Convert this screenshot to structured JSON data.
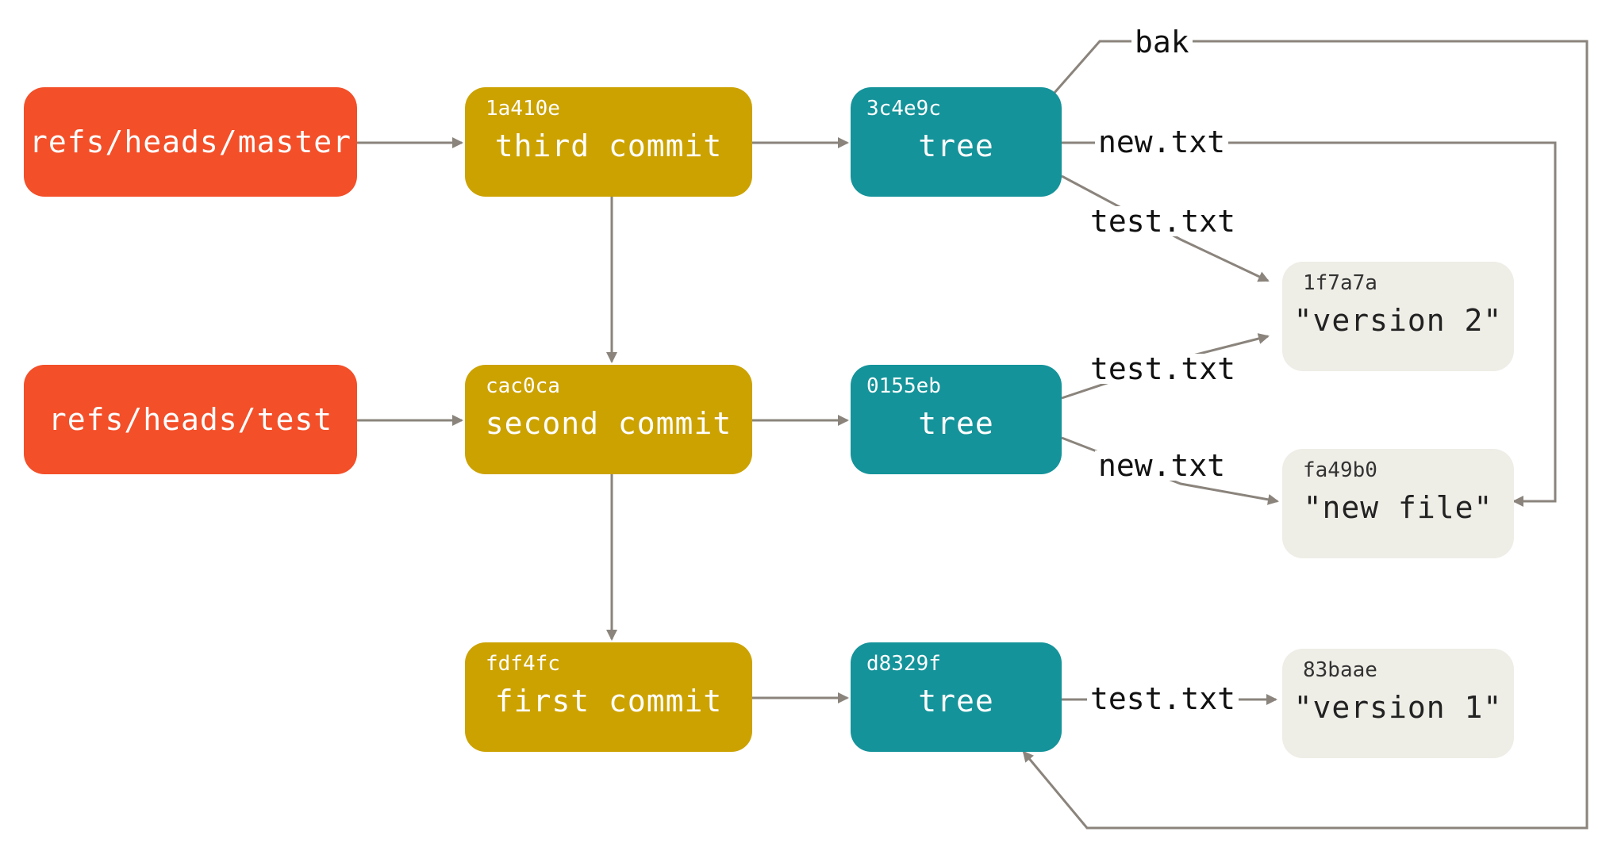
{
  "refs": {
    "master": "refs/heads/master",
    "test": "refs/heads/test"
  },
  "commits": {
    "third": {
      "hash": "1a410e",
      "label": "third commit"
    },
    "second": {
      "hash": "cac0ca",
      "label": "second commit"
    },
    "first": {
      "hash": "fdf4fc",
      "label": "first commit"
    }
  },
  "trees": {
    "t1": {
      "hash": "3c4e9c",
      "label": "tree"
    },
    "t2": {
      "hash": "0155eb",
      "label": "tree"
    },
    "t3": {
      "hash": "d8329f",
      "label": "tree"
    }
  },
  "blobs": {
    "v2": {
      "hash": "1f7a7a",
      "label": "\"version 2\""
    },
    "newfile": {
      "hash": "fa49b0",
      "label": "\"new file\""
    },
    "v1": {
      "hash": "83baae",
      "label": "\"version 1\""
    }
  },
  "edge_labels": {
    "bak": "bak",
    "t1_new": "new.txt",
    "t1_test": "test.txt",
    "t2_test": "test.txt",
    "t2_new": "new.txt",
    "t3_test": "test.txt"
  },
  "colors": {
    "ref": "#f34f29",
    "commit": "#cca200",
    "tree": "#14939a",
    "blob": "#eeede6",
    "arrow": "#8a847c"
  }
}
